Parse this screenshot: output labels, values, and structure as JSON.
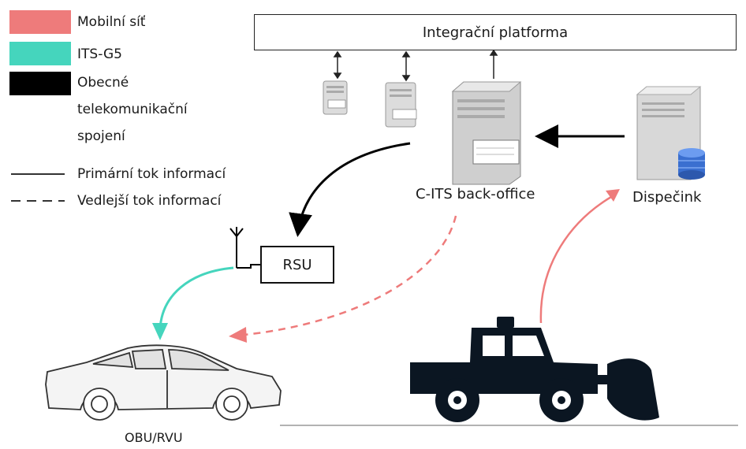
{
  "legend": {
    "mobile_label": "Mobilní síť",
    "itsg5_label": "ITS-G5",
    "general_label_lines": [
      "Obecné",
      "telekomunikační",
      "spojení"
    ],
    "primary_label": "Primární tok informací",
    "secondary_label": "Vedlejší tok informací"
  },
  "colors": {
    "mobile": "#ee7b7b",
    "itsg5": "#45d5bd",
    "general": "#000000"
  },
  "nodes": {
    "platform": "Integrační platforma",
    "backoffice": "C-ITS back-office",
    "dispatch": "Dispečink",
    "rsu": "RSU",
    "obu": "OBU/RVU"
  }
}
